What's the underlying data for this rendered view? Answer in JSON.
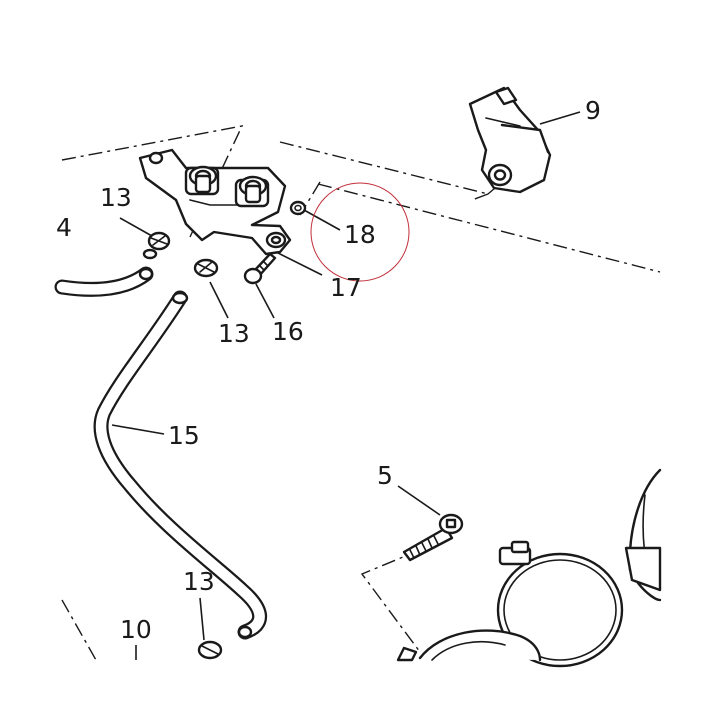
{
  "diagram": {
    "callouts": {
      "c4": "4",
      "c5": "5",
      "c9": "9",
      "c10": "10",
      "c13a": "13",
      "c13b": "13",
      "c13c": "13",
      "c15": "15",
      "c16": "16",
      "c17": "17",
      "c18": "18"
    },
    "highlight_color": "#c0303a",
    "line_color": "#1a1a1a"
  }
}
